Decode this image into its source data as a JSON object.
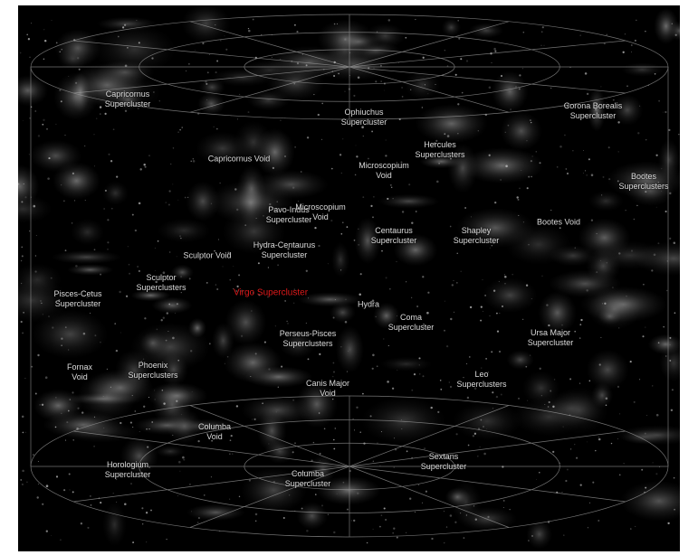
{
  "colors": {
    "background": "#000000",
    "frame": "#ffffff",
    "label": "#dcdcdc",
    "highlight": "#e0191a",
    "grid": "#9a9a9a"
  },
  "labels": {
    "capricornus_supercluster": "Capricornus\nSupercluster",
    "ophiuchus_supercluster": "Ophiuchus\nSupercluster",
    "corona_borealis_supercluster": "Corona Borealis\nSupercluster",
    "capricornus_void": "Capricornus Void",
    "hercules_superclusters": "Hercules\nSuperclusters",
    "bootes_superclusters": "Bootes\nSuperclusters",
    "microscopium_void": "Microscopium\nVoid",
    "pavo_indus_supercluster": "Pavo-Indus\nSupercluster",
    "centaurus_supercluster": "Centaurus\nSupercluster",
    "shapley_supercluster": "Shapley\nSupercluster",
    "bootes_void": "Bootes Void",
    "sculptor_void": "Sculptor Void",
    "hydra_centaurus_supercluster": "Hydra-Centaurus\nSupercluster",
    "sculptor_superclusters": "Sculptor\nSuperclusters",
    "pisces_cetus_supercluster": "Pisces-Cetus\nSupercluster",
    "virgo_supercluster": "Virgo Supercluster",
    "hydra": "Hydra",
    "coma_supercluster": "Coma\nSupercluster",
    "perseus_pisces_superclusters": "Perseus-Pisces\nSuperclusters",
    "ursa_major_supercluster": "Ursa Major\nSupercluster",
    "fornax_void": "Fornax\nVoid",
    "phoenix_superclusters": "Phoenix\nSuperclusters",
    "canis_major_void": "Canis Major\nVoid",
    "leo_superclusters": "Leo\nSuperclusters",
    "columba_void": "Columba\nVoid",
    "horologium_supercluster": "Horologium\nSupercluster",
    "columba_supercluster": "Columba\nSupercluster",
    "sextans_supercluster": "Sextans\nSupercluster"
  }
}
